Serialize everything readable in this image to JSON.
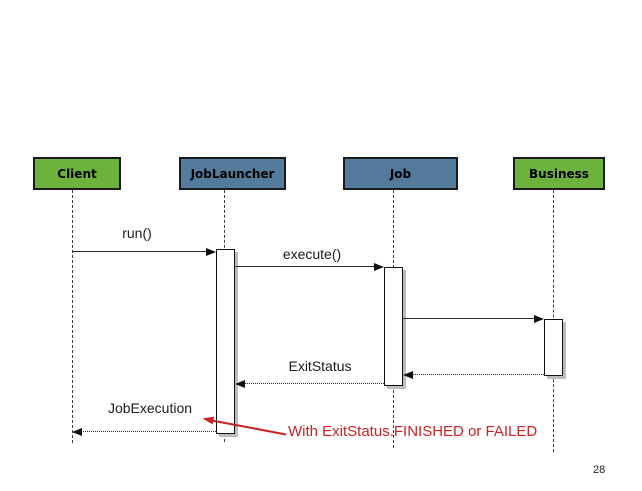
{
  "slide": {
    "page_number": "28",
    "colors": {
      "actor_green": "#6cb23d",
      "actor_blue": "#547a9c",
      "annotation_red": "#cc2222",
      "line_color": "#2e2e2e",
      "shadow_gray": "#bdbdbd"
    },
    "diagram": {
      "type": "uml-sequence",
      "actors": [
        {
          "label": "Client",
          "color_role": "green"
        },
        {
          "label": "JobLauncher",
          "color_role": "blue"
        },
        {
          "label": "Job",
          "color_role": "blue"
        },
        {
          "label": "Business",
          "color_role": "green"
        }
      ],
      "messages": [
        {
          "label": "run()",
          "from": "Client",
          "to": "JobLauncher",
          "style": "solid"
        },
        {
          "label": "execute()",
          "from": "JobLauncher",
          "to": "Job",
          "style": "solid"
        },
        {
          "label": "",
          "from": "Job",
          "to": "Business",
          "style": "solid"
        },
        {
          "label": "",
          "from": "Business",
          "to": "Job",
          "style": "dotted-return"
        },
        {
          "label": "ExitStatus",
          "from": "Job",
          "to": "JobLauncher",
          "style": "dotted-return"
        },
        {
          "label": "JobExecution",
          "from": "JobLauncher",
          "to": "Client",
          "style": "dotted-return"
        }
      ],
      "annotation": {
        "text": "With ExitStatus.FINISHED or FAILED"
      }
    }
  }
}
